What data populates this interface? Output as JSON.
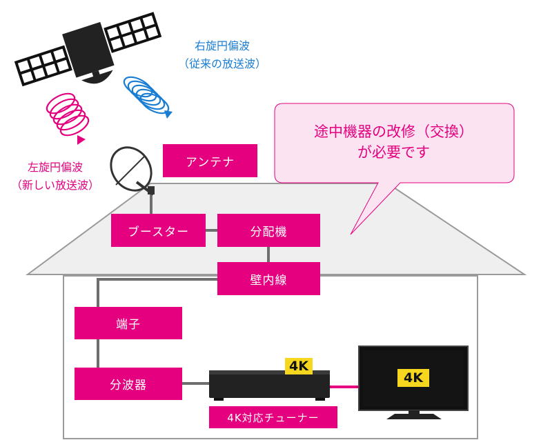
{
  "polarization_right": {
    "title": "右旋円偏波",
    "subtitle": "（従来の放送波）"
  },
  "polarization_left": {
    "title": "左旋円偏波",
    "subtitle": "（新しい放送波）"
  },
  "callout": {
    "line1": "途中機器の改修（交換）",
    "line2": "が必要です"
  },
  "labels": {
    "antenna": "アンテナ",
    "booster": "ブースター",
    "splitter": "分配機",
    "wall_wiring": "壁内線",
    "terminal": "端子",
    "wave_separator": "分波器",
    "tuner": "4K対応チューナー"
  },
  "badges": {
    "tuner_badge": "4K",
    "tv_badge": "4K"
  },
  "colors": {
    "accent": "#e4007f",
    "right_wave": "#1a7dd4",
    "left_wave": "#e4007f",
    "badge": "#f7d61f",
    "callout_fill": "#fbe3f1"
  }
}
